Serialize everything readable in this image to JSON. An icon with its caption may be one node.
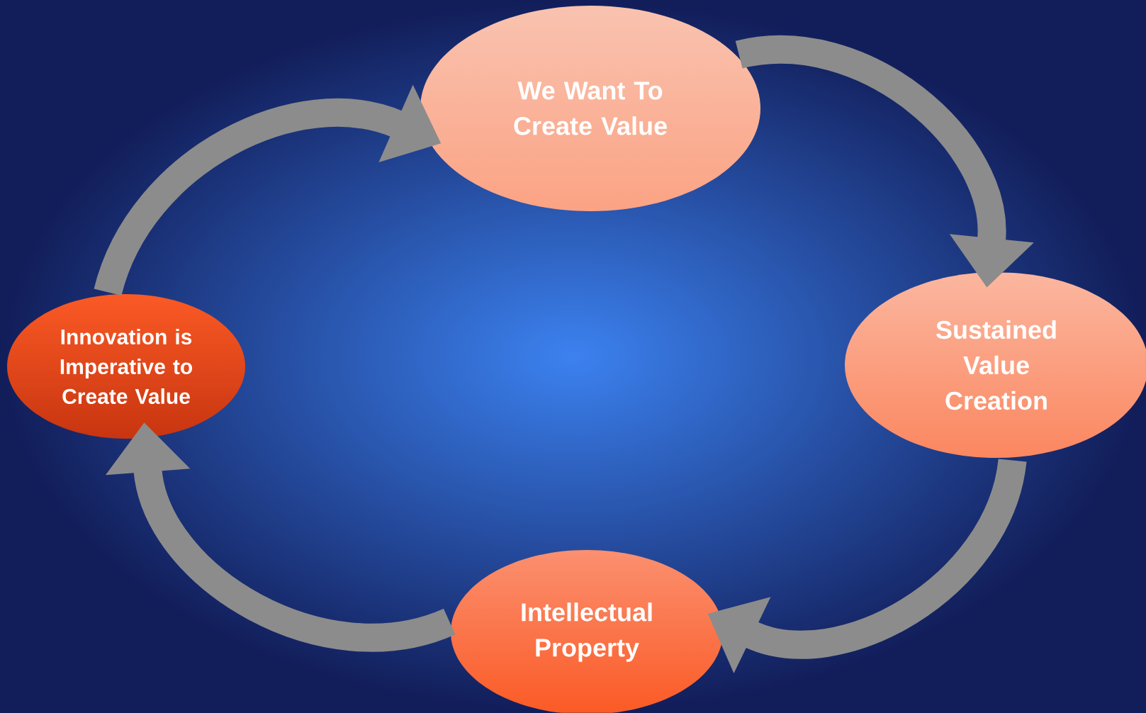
{
  "diagram": {
    "nodes": [
      {
        "text": [
          "We Want To Create Value"
        ]
      },
      {
        "text": [
          "Sustained Value Creation"
        ]
      },
      {
        "text": [
          "Intellectual Property"
        ]
      },
      {
        "text": [
          "Innovation is Imperative to Create Value"
        ]
      }
    ],
    "edges": [
      {
        "from": 0,
        "to": 1,
        "arrow": "to"
      },
      {
        "from": 1,
        "to": 2,
        "arrow": "to"
      },
      {
        "from": 2,
        "to": 3,
        "arrow": "to"
      },
      {
        "from": 3,
        "to": 0,
        "arrow": "to"
      }
    ]
  }
}
